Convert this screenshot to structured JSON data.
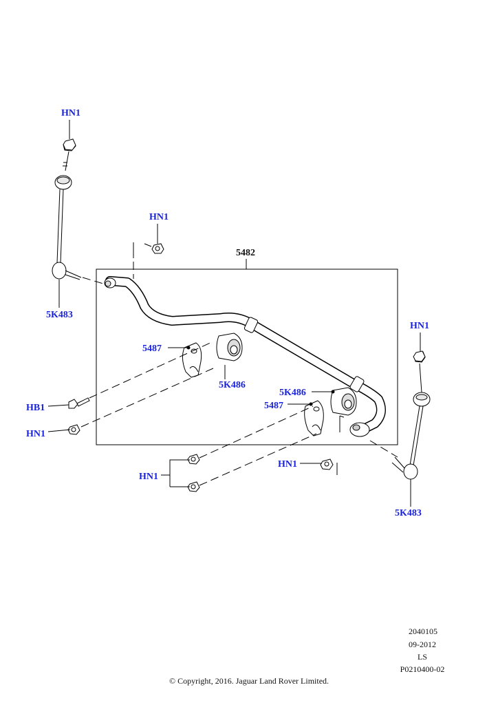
{
  "callouts": {
    "hn1_top_left": "HN1",
    "hn1_upper_mid": "HN1",
    "label_5482": "5482",
    "label_5k483_left": "5K483",
    "label_5487_upper": "5487",
    "label_5k486_upper": "5K486",
    "hn1_right": "HN1",
    "label_5k486_lower": "5K486",
    "label_5487_lower": "5487",
    "hb1": "HB1",
    "hn1_left_lower": "HN1",
    "hn1_bottom_group": "HN1",
    "hn1_bottom_mid": "HN1",
    "label_5k483_right": "5K483"
  },
  "meta": {
    "code": "2040105",
    "date": "09-2012",
    "region": "LS",
    "ref": "P0210400-02",
    "copyright": "© Copyright, 2016. Jaguar Land Rover Limited."
  },
  "colors": {
    "callout": "#1a23d8",
    "line": "#000000"
  }
}
